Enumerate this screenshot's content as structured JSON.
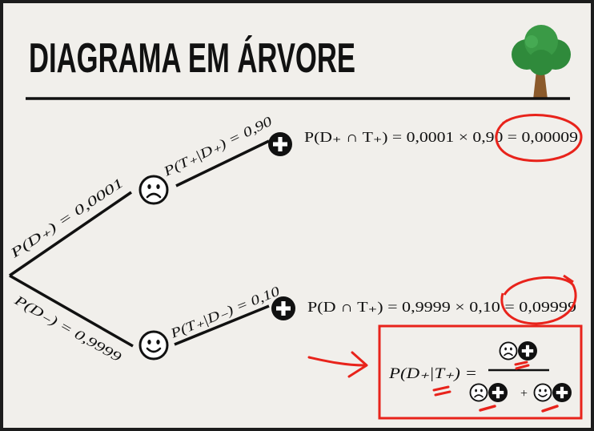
{
  "title": "DIAGRAMA EM ÁRVORE",
  "icons": {
    "tree": "tree-icon",
    "sad": "sad-face-icon",
    "happy": "happy-face-icon",
    "plus": "plus-circle-icon",
    "arrow": "hand-drawn-arrow-icon"
  },
  "colors": {
    "background": "#f1efeb",
    "ink": "#111111",
    "annotation": "#e8231b",
    "tree_green": "#2f8a3b",
    "tree_trunk": "#8b5a2b"
  },
  "branches": {
    "d_plus": "P(D₊) = 0,0001",
    "d_minus": "P(D₋) = 0,9999",
    "t_given_d_plus": "P(T₊|D₊) = 0,90",
    "t_given_d_minus": "P(T₊|D₋) = 0,10"
  },
  "results": {
    "top_expression": "P(D₊ ∩ T₊) = 0,0001 × 0,90 = 0,00009",
    "bottom_expression": "P(D ∩ T₊) = 0,9999 × 0,10 = 0,09999"
  },
  "formula": {
    "lhs": "P(D₊|T₊) =",
    "plus_sign": "+"
  }
}
